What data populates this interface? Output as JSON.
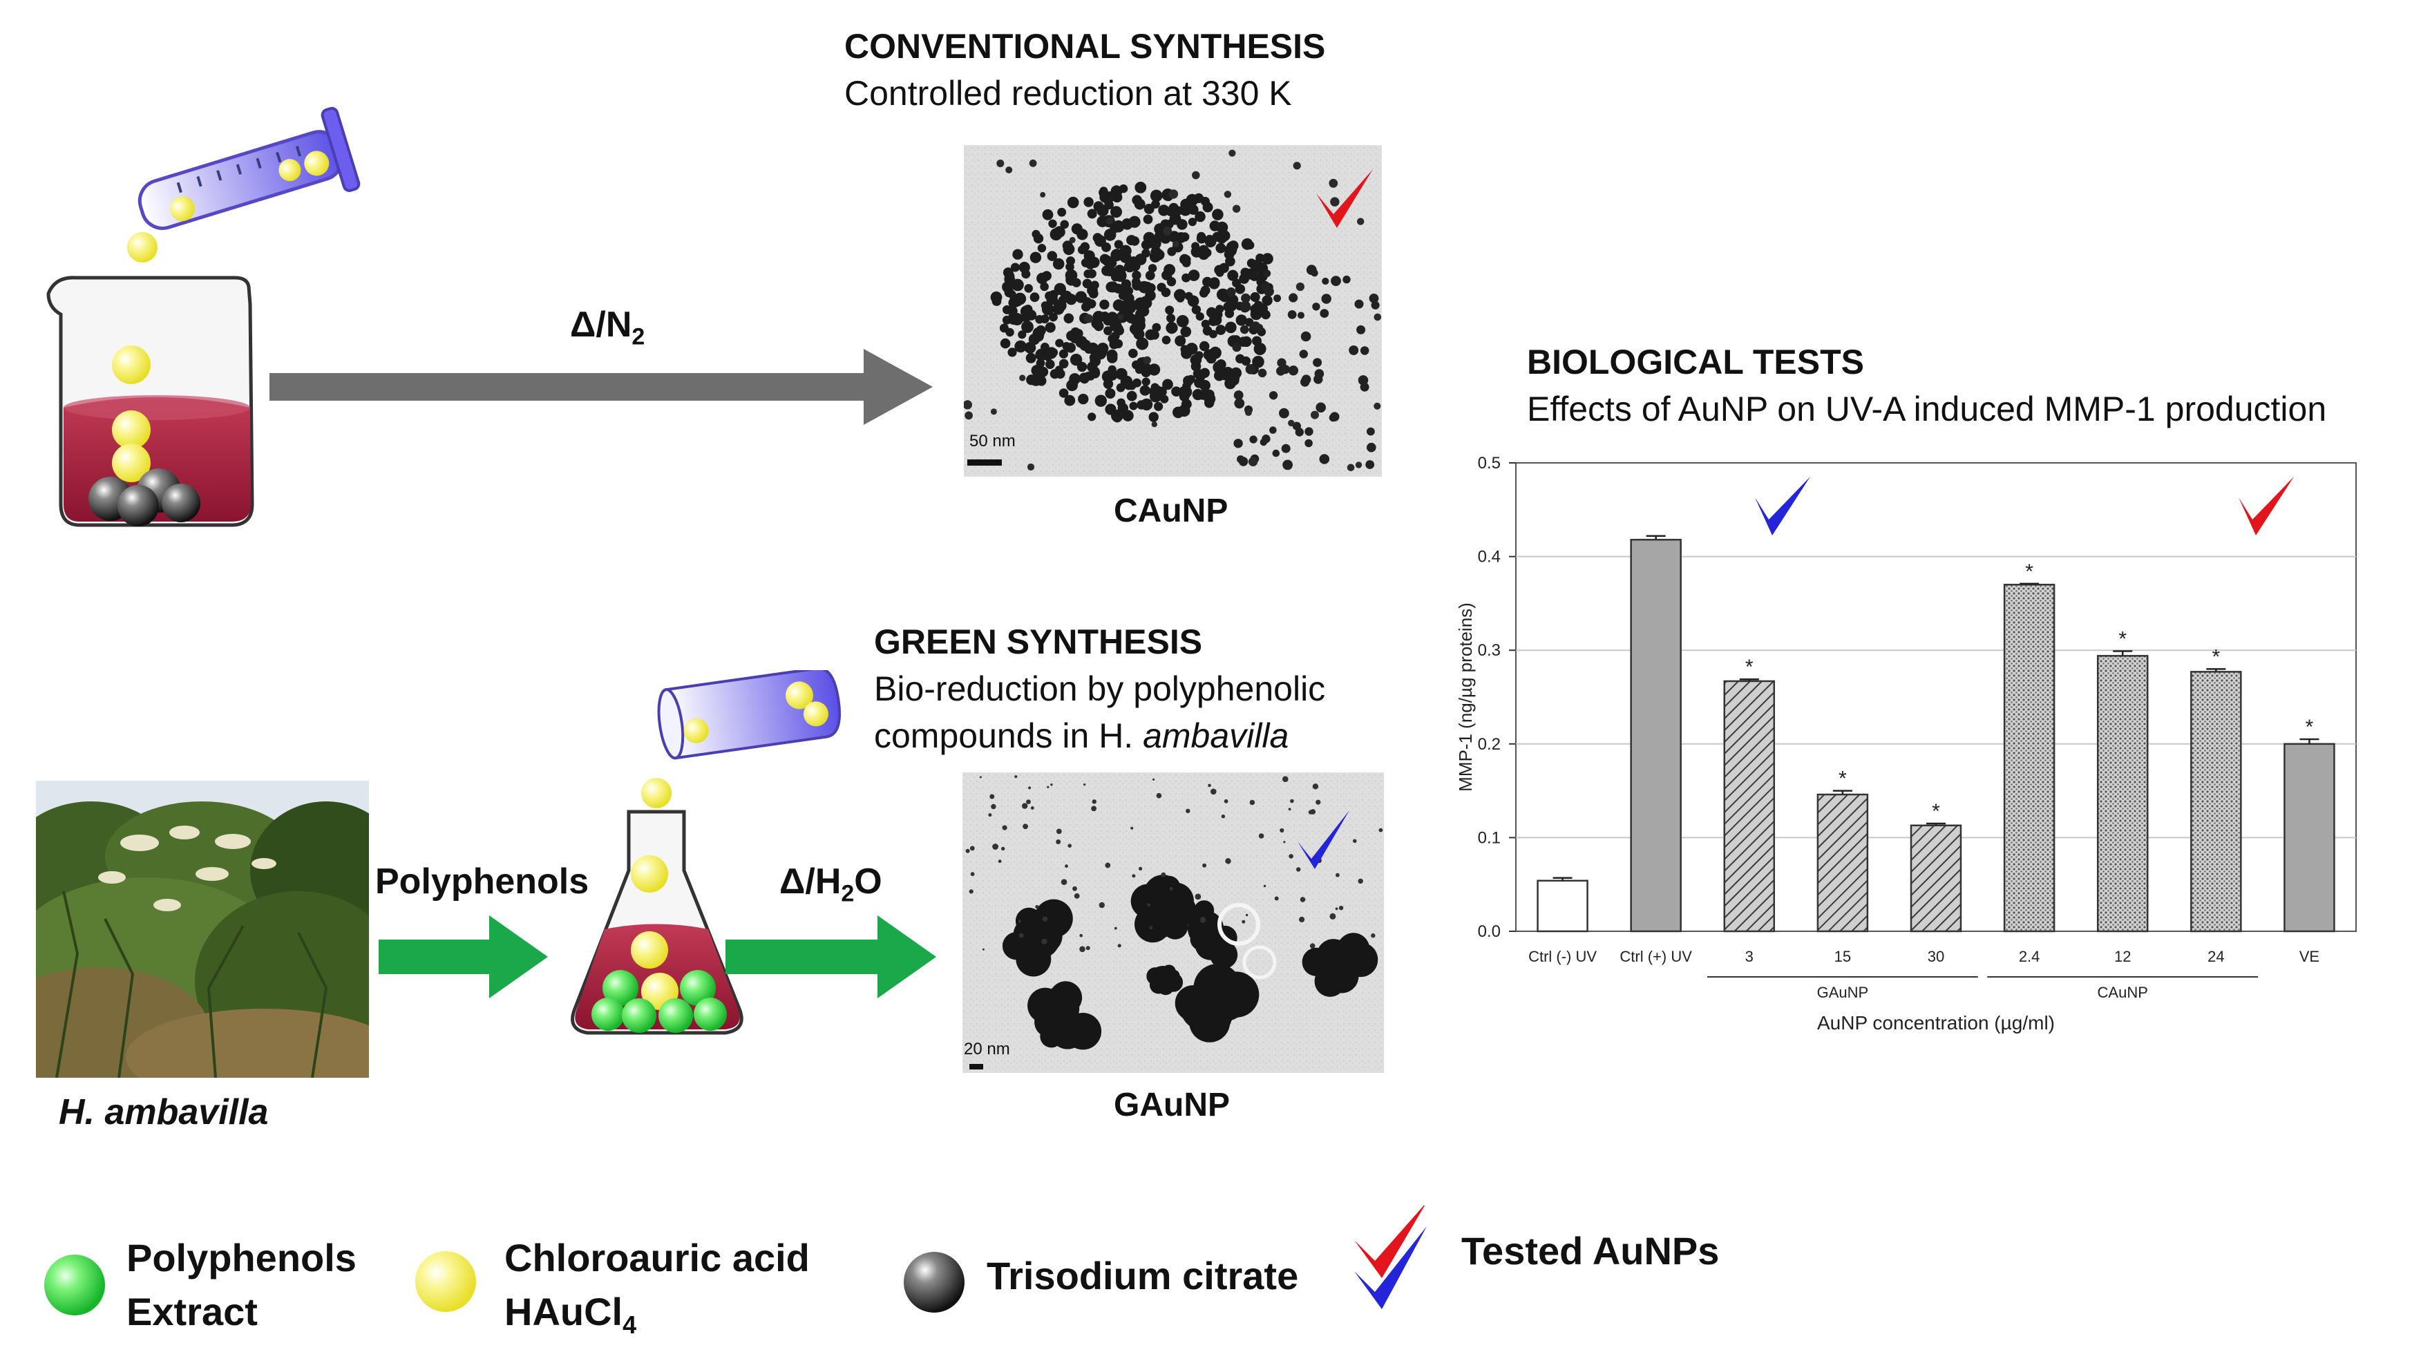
{
  "conventional": {
    "title": "CONVENTIONAL SYNTHESIS",
    "subtitle": "Controlled reduction at 330 K",
    "arrow_label": "Δ/N",
    "arrow_label_sub": "2",
    "scale_bar": "50 nm",
    "product": "CAuNP"
  },
  "green": {
    "title": "GREEN SYNTHESIS",
    "subtitle_line1": "Bio-reduction by polyphenolic",
    "subtitle_line2_prefix": "compounds in H. ",
    "subtitle_line2_italic": "ambavilla",
    "plant_label": "H. ambavilla",
    "polyphenols_label": "Polyphenols",
    "arrow_label": "Δ/H",
    "arrow_label_sub": "2",
    "arrow_label_end": "O",
    "scale_bar": "20 nm",
    "product": "GAuNP"
  },
  "biological": {
    "title": "BIOLOGICAL TESTS",
    "subtitle": "Effects of AuNP on UV-A induced MMP-1 production"
  },
  "chart_data": {
    "type": "bar",
    "title": "",
    "ylabel": "MMP-1 (ng/µg proteins)",
    "xlabel": "AuNP concentration (µg/ml)",
    "ylim": [
      0,
      0.5
    ],
    "yticks": [
      "0.0",
      "0.1",
      "0.2",
      "0.3",
      "0.4",
      "0.5"
    ],
    "grid": true,
    "categories": [
      "Ctrl (-) UV",
      "Ctrl (+) UV",
      "3",
      "15",
      "30",
      "2.4",
      "12",
      "24",
      "VE"
    ],
    "values": [
      0.054,
      0.418,
      0.267,
      0.146,
      0.113,
      0.37,
      0.294,
      0.277,
      0.2
    ],
    "errors": [
      0.003,
      0.004,
      0.002,
      0.004,
      0.002,
      0.001,
      0.005,
      0.003,
      0.005
    ],
    "significance": [
      "",
      "",
      "*",
      "*",
      "*",
      "*",
      "*",
      "*",
      "*"
    ],
    "fills": [
      "white",
      "solid",
      "hatch",
      "hatch",
      "hatch",
      "dots",
      "dots",
      "dots",
      "solid"
    ],
    "groups": [
      {
        "name": "GAuNP",
        "from": 2,
        "to": 4
      },
      {
        "name": "CAuNP",
        "from": 5,
        "to": 7
      }
    ]
  },
  "legend": {
    "polyphenols_line1": "Polyphenols",
    "polyphenols_line2": "Extract",
    "chloroauric_line1": "Chloroauric acid",
    "chloroauric_line2": "HAuCl",
    "chloroauric_sub": "4",
    "citrate": "Trisodium citrate",
    "tested": "Tested AuNPs"
  },
  "colors": {
    "gray_arrow": "#6e6e6e",
    "green_arrow": "#1aa84a",
    "check_red": "#e2141c",
    "check_blue": "#2424d8",
    "solution": "#a3203a",
    "gold_sphere": "#f2ee55",
    "green_sphere": "#3fe14a",
    "black_sphere": "#2a2a2a"
  }
}
